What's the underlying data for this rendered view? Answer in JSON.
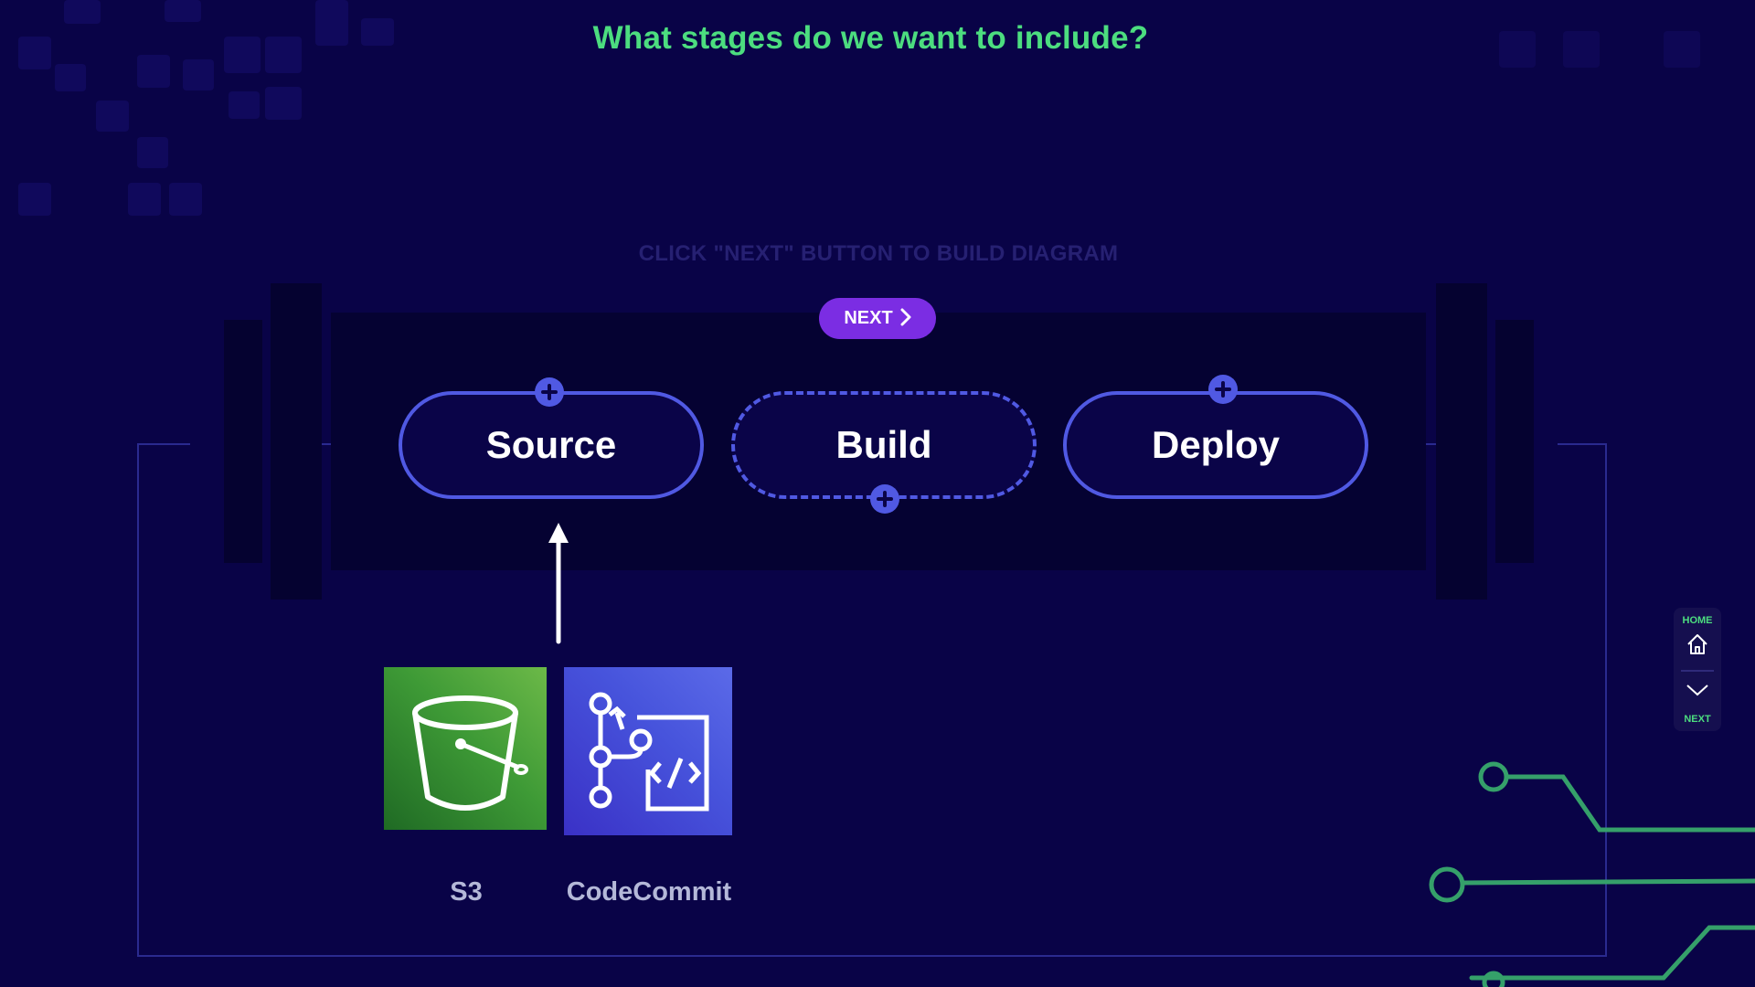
{
  "heading": "What stages do we want to include?",
  "instruction": "CLICK \"NEXT\" BUTTON TO BUILD DIAGRAM",
  "next_button": {
    "label": "NEXT",
    "icon": "chevron-right-icon"
  },
  "stages": [
    {
      "label": "Source",
      "style": "solid",
      "add_icon": "plus-icon"
    },
    {
      "label": "Build",
      "style": "dashed",
      "add_icon": "plus-icon"
    },
    {
      "label": "Deploy",
      "style": "solid",
      "add_icon": "plus-icon"
    }
  ],
  "services": [
    {
      "label": "S3",
      "icon": "s3-bucket-icon",
      "color": "#3e9a36"
    },
    {
      "label": "CodeCommit",
      "icon": "codecommit-icon",
      "color": "#4754dc"
    }
  ],
  "side_nav": {
    "home_label": "HOME",
    "home_icon": "home-icon",
    "next_label": "NEXT",
    "next_icon": "chevron-down-icon"
  },
  "colors": {
    "accent_green": "#4cdd7f",
    "stage_border": "#5059e3",
    "button_purple": "#7b2de3",
    "background": "#090347"
  }
}
